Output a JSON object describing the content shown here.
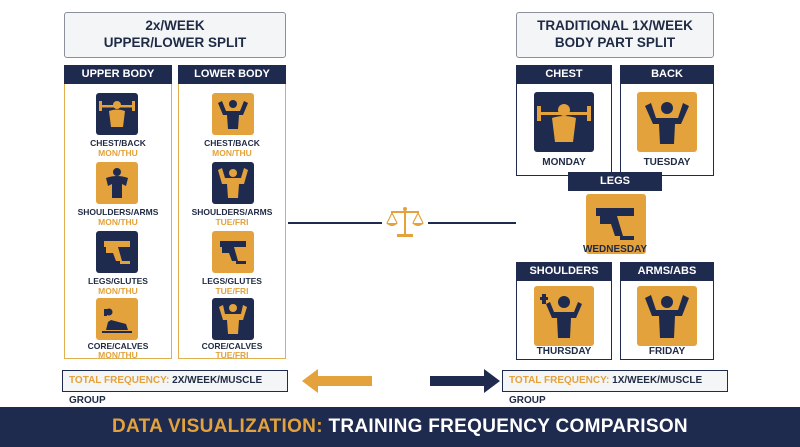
{
  "left_panel": {
    "title_line1": "2x/WEEK",
    "title_line2": "UPPER/LOWER SPLIT",
    "upper": {
      "header": "UPPER BODY",
      "items": [
        {
          "name": "CHEST/BACK",
          "days": "MON/THU",
          "icon": "bench-press-icon"
        },
        {
          "name": "SHOULDERS/ARMS",
          "days": "MON/THU",
          "icon": "shoulders-icon"
        },
        {
          "name": "LEGS/GLUTES",
          "days": "MON/THU",
          "icon": "legs-icon"
        },
        {
          "name": "CORE/CALVES",
          "days": "MON/THU",
          "icon": "core-icon"
        }
      ]
    },
    "lower": {
      "header": "LOWER BODY",
      "items": [
        {
          "name": "CHEST/BACK",
          "days": "MON/THU",
          "icon": "back-flex-icon"
        },
        {
          "name": "SHOULDERS/ARMS",
          "days": "TUE/FRI",
          "icon": "biceps-flex-icon"
        },
        {
          "name": "LEGS/GLUTES",
          "days": "TUE/FRI",
          "icon": "squat-icon"
        },
        {
          "name": "CORE/CALVES",
          "days": "TUE/FRI",
          "icon": "torso-flex-icon"
        }
      ]
    },
    "frequency_key": "TOTAL FREQUENCY:",
    "frequency_value": "2X/WEEK/MUSCLE GROUP"
  },
  "right_panel": {
    "title_line1": "TRADITIONAL 1X/WEEK",
    "title_line2": "BODY PART SPLIT",
    "chest": {
      "header": "CHEST",
      "day": "MONDAY",
      "icon": "bench-press-icon"
    },
    "back": {
      "header": "BACK",
      "day": "TUESDAY",
      "icon": "back-flex-icon"
    },
    "legs": {
      "header": "LEGS",
      "day": "WEDNESDAY",
      "icon": "squat-icon"
    },
    "shoulders": {
      "header": "SHOULDERS",
      "day": "THURSDAY",
      "icon": "dumbbell-press-icon"
    },
    "arms": {
      "header": "ARMS/ABS",
      "day": "FRIDAY",
      "icon": "biceps-flex-icon"
    },
    "frequency_key": "TOTAL FREQUENCY:",
    "frequency_value": "1X/WEEK/MUSCLE GROUP"
  },
  "center": {
    "icon": "balance-scale-icon"
  },
  "banner": {
    "key": "DATA VISUALIZATION:",
    "value": "TRAINING FREQUENCY COMPARISON"
  },
  "colors": {
    "navy": "#1f2a4f",
    "gold": "#e3a23b",
    "gray_border": "#8a8f99"
  }
}
